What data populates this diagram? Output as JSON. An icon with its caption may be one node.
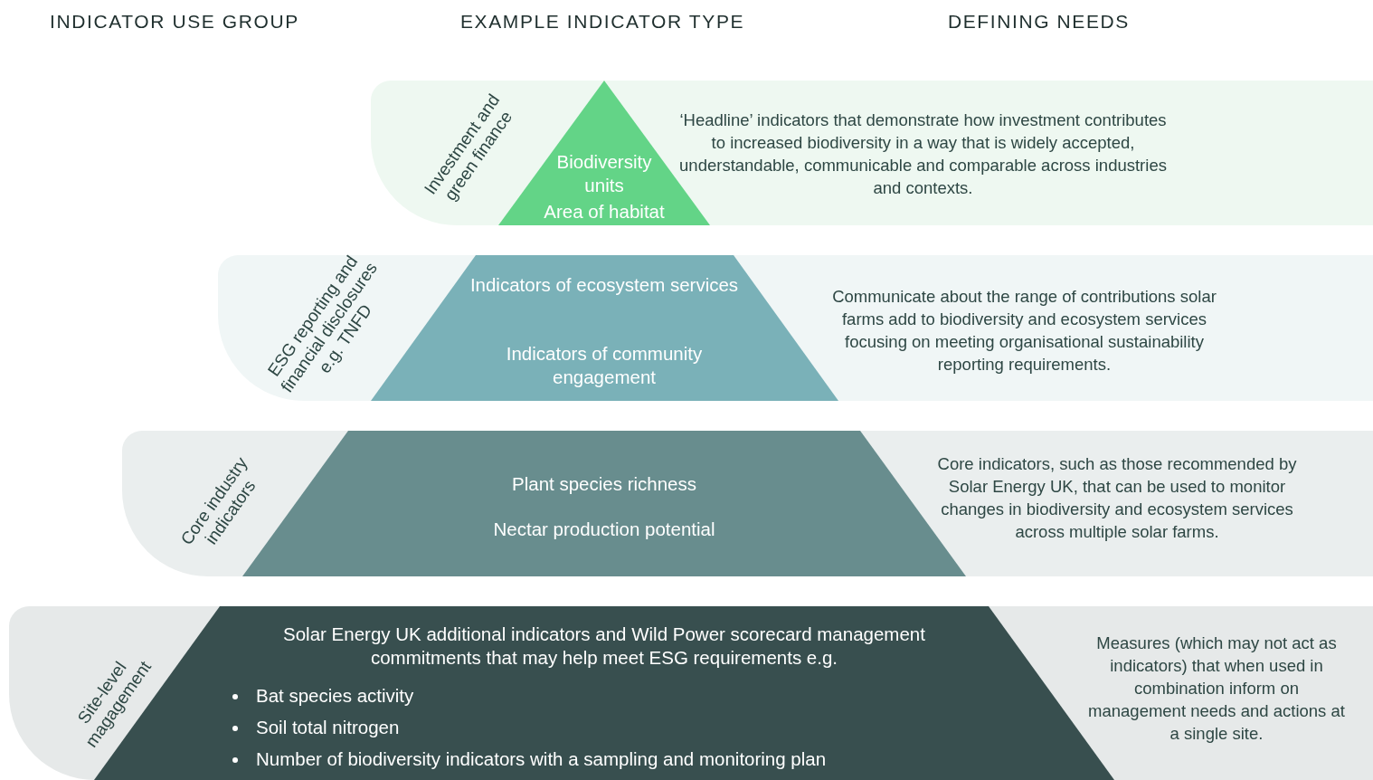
{
  "diagram": {
    "nodes": [
      {
        "text": [
          "Investment and green finance",
          "‘Headline’ indicators that demonstrate how investment contributes to increased biodiversity in a way that is widely accepted, understandable, communicable and comparable across industries and contexts."
        ]
      },
      {
        "text": [
          "ESG reporting and financial disclosures e.g. TNFD",
          "Communicate about the range of contributions solar farms add to biodiversity and ecosystem services focusing on meeting organisational sustainability reporting requirements."
        ]
      },
      {
        "text": [
          "Core industry indicators",
          "Core indicators, such as those recommended by Solar Energy UK, that can be used to monitor changes in biodiversity and ecosystem services across multiple solar farms."
        ]
      },
      {
        "text": [
          "Site-level magagement",
          "Measures (which may not act as indicators) that when used in combination inform on management needs and actions at a single site."
        ]
      },
      {
        "text": [
          "Biodiversity units",
          "Area of habitat"
        ],
        "in": 0
      },
      {
        "text": [
          "Indicators of ecosystem services",
          "Indicators of community engagement"
        ],
        "in": 1
      },
      {
        "text": [
          "Plant species richness",
          "Nectar production potential"
        ],
        "in": 2
      },
      {
        "text": [
          "Solar Energy UK additional indicators and Wild Power scorecard management commitments that may help meet ESG requirements e.g.",
          "Bat species activity",
          "Soil total nitrogen",
          "Number of biodiversity indicators with a sampling and monitoring plan"
        ],
        "in": 3
      }
    ],
    "edges": [],
    "labels": [
      "INDICATOR USE GROUP",
      "EXAMPLE INDICATOR TYPE",
      "DEFINING NEEDS"
    ]
  }
}
